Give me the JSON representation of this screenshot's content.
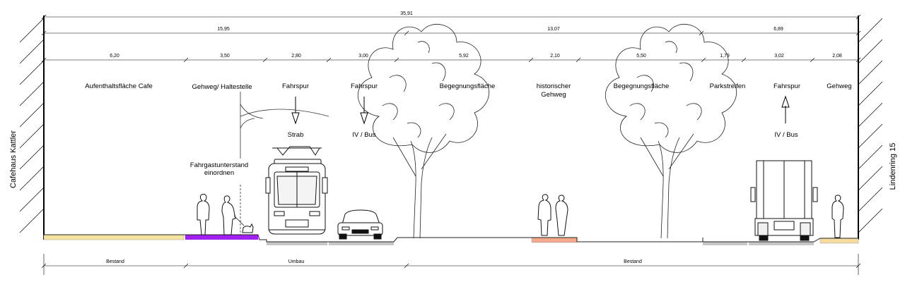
{
  "dimensions": {
    "total": "35,91",
    "groups": [
      "15,95",
      "13,07",
      "6,89"
    ],
    "segments": [
      "6,20",
      "3,50",
      "2,80",
      "3,00",
      "5,92",
      "2,10",
      "5,50",
      "1,79",
      "3,02",
      "2,08"
    ]
  },
  "zones": [
    {
      "label": "Aufenthaltsfläche Cafe"
    },
    {
      "label": "Gehweg/ Haltestelle"
    },
    {
      "label": "Fahrspur"
    },
    {
      "label": "Fahrspur"
    },
    {
      "label": "Begegnungsfläche"
    },
    {
      "label": "historischer",
      "label2": "Gehweg"
    },
    {
      "label": "Begegnungsfläche"
    },
    {
      "label": "Parkstreifen"
    },
    {
      "label": "Fahrspur"
    },
    {
      "label": "Gehweg"
    }
  ],
  "annotations": {
    "strab": "Strab",
    "bus_left": "IV / Bus",
    "bus_right": "IV / Bus",
    "shelter_line1": "Fahrgastunterstand",
    "shelter_line2": "einordnen"
  },
  "sides": {
    "left": "Cafehaus Kattler",
    "right": "Lindenring 15"
  },
  "phases": [
    "Bestand",
    "Umbau",
    "Bestand"
  ],
  "colors": {
    "cafe": "#f7e3a0",
    "stop": "#a020f0",
    "lane": "#c6c6c6",
    "historic": "#f4a98c",
    "sidewalk_right": "#f7dca0"
  },
  "icons": [
    "tram-icon",
    "car-icon",
    "truck-icon",
    "tree-icon",
    "pedestrian-icon",
    "dog-icon",
    "arrow-down-icon",
    "arrow-up-icon",
    "shelter-canopy-icon"
  ]
}
